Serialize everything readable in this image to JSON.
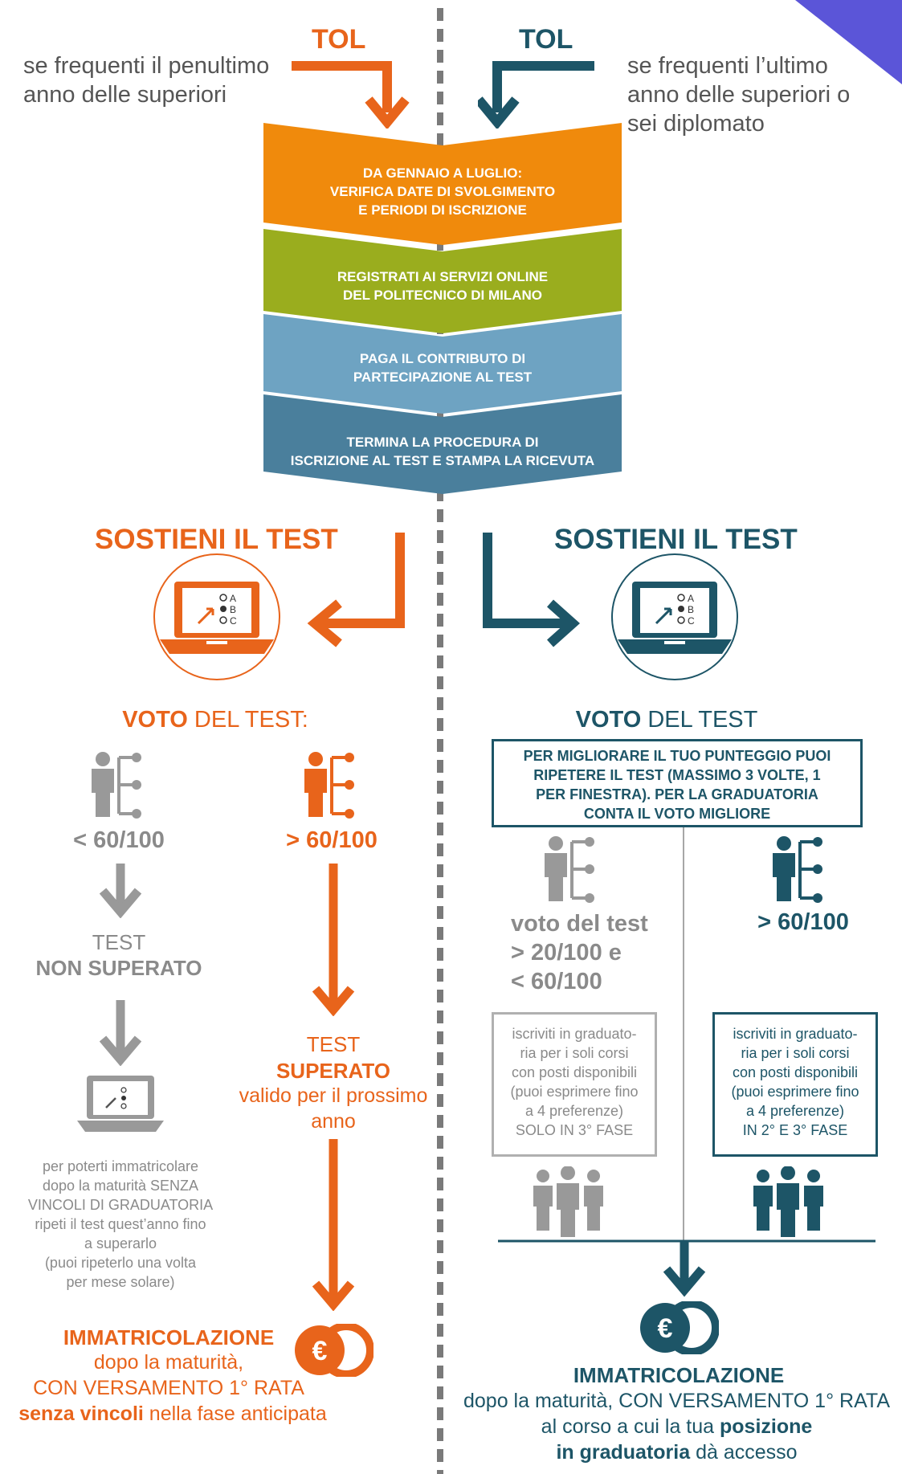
{
  "top": {
    "left_tag": "TOL",
    "right_tag": "TOL",
    "left_intro": [
      "se frequenti il penultimo",
      "anno delle superiori"
    ],
    "right_intro": [
      "se frequenti l’ultimo",
      "anno delle superiori o",
      "sei diplomato"
    ]
  },
  "steps": [
    {
      "lines": [
        "DA GENNAIO A LUGLIO:",
        "VERIFICA DATE DI SVOLGIMENTO",
        "E PERIODI DI ISCRIZIONE"
      ],
      "color": "#f08a0c"
    },
    {
      "lines": [
        "REGISTRATI AI SERVIZI ONLINE",
        "DEL POLITECNICO DI MILANO"
      ],
      "color": "#9aad1e"
    },
    {
      "lines": [
        "PAGA IL CONTRIBUTO DI",
        "PARTECIPAZIONE AL TEST"
      ],
      "color": "#6ea3c2"
    },
    {
      "lines": [
        "TERMINA LA PROCEDURA DI",
        "ISCRIZIONE AL TEST E STAMPA LA RICEVUTA"
      ],
      "color": "#4a7f9c"
    }
  ],
  "left": {
    "title": "SOSTIENI IL TEST",
    "voto_bold": "VOTO",
    "voto_rest": " DEL TEST:",
    "fail_score": "< 60/100",
    "pass_score": "> 60/100",
    "fail_line1": "TEST",
    "fail_line2": "NON SUPERATO",
    "fail_note": [
      "per poterti immatricolare",
      "dopo la maturità SENZA",
      "VINCOLI DI GRADUATORIA",
      "ripeti il test quest’anno fino",
      "a superarlo",
      "(puoi ripeterlo una volta",
      "per mese solare)"
    ],
    "pass_line1": "TEST",
    "pass_line2": "SUPERATO",
    "pass_line3": "valido per il prossimo",
    "pass_line4": "anno",
    "immat_title": "IMMATRICOLAZIONE",
    "immat_line1": "dopo la maturità,",
    "immat_line2": "CON VERSAMENTO 1° RATA",
    "immat_bold": "senza vincoli",
    "immat_rest": " nella fase anticipata"
  },
  "right": {
    "title": "SOSTIENI IL TEST",
    "voto_bold": "VOTO",
    "voto_rest": " DEL TEST",
    "info_box": [
      "PER MIGLIORARE IL TUO PUNTEGGIO PUOI",
      "RIPETERE IL TEST (MASSIMO 3 VOLTE, 1",
      "PER FINESTRA). PER LA GRADUATORIA",
      "CONTA IL VOTO MIGLIORE"
    ],
    "mid_score": [
      "voto del test",
      "> 20/100 e",
      "< 60/100"
    ],
    "high_score": "> 60/100",
    "box_mid": [
      "iscriviti in graduato-",
      "ria per i soli corsi",
      "con posti disponibili",
      "(puoi esprimere fino",
      "a 4 preferenze)",
      "SOLO IN 3° FASE"
    ],
    "box_high": [
      "iscriviti in graduato-",
      "ria per i soli corsi",
      "con posti disponibili",
      "(puoi esprimere fino",
      "a 4 preferenze)",
      "IN 2° E 3° FASE"
    ],
    "immat_title": "IMMATRICOLAZIONE",
    "immat_line1": "dopo la maturità, CON VERSAMENTO 1° RATA",
    "immat_line2a": "al corso a cui la tua ",
    "immat_line2b": "posizione",
    "immat_line3a": "in graduatoria",
    "immat_line3b": " dà accesso"
  },
  "colors": {
    "orange": "#e8641b",
    "teal": "#1d5567",
    "grey": "#8a8a8a"
  },
  "icons": {
    "arrow": "arrow-icon",
    "laptop": "laptop-quiz-icon",
    "person_tree": "person-tree-icon",
    "group": "group-icon",
    "euro": "euro-coin-icon"
  }
}
